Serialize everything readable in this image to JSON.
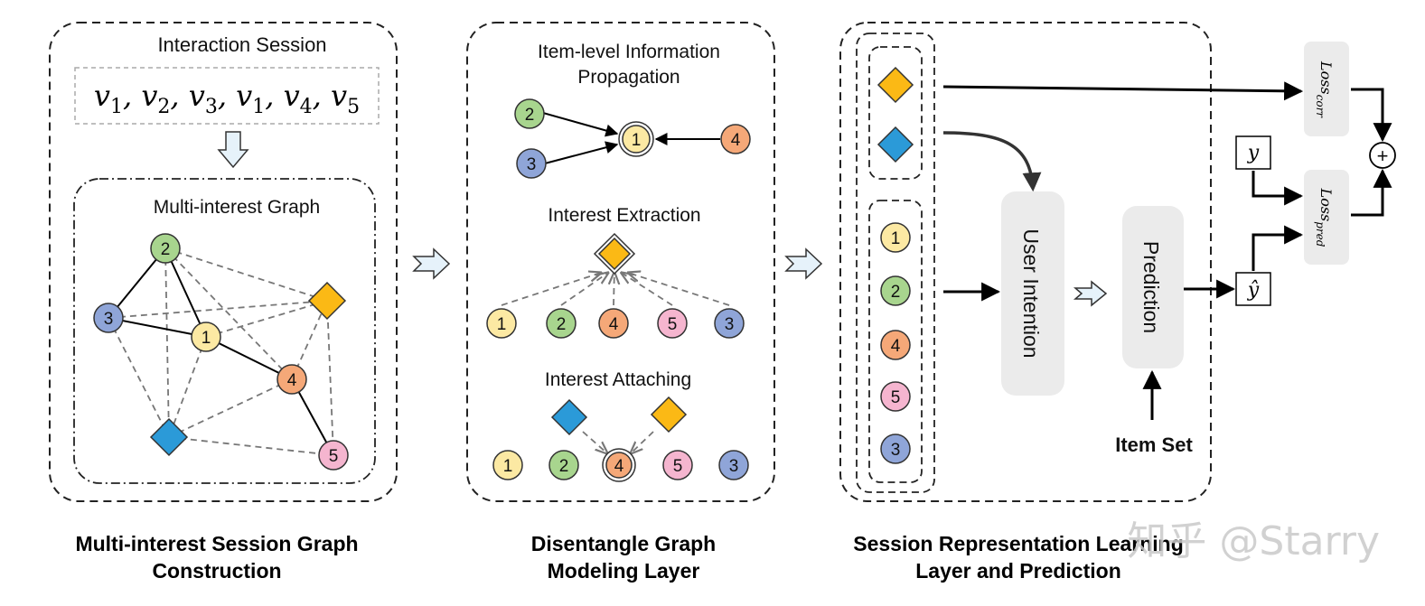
{
  "panel1": {
    "session_title": "Interaction Session",
    "session_sequence": [
      "v1",
      "v2",
      "v3",
      "v1",
      "v4",
      "v5"
    ],
    "graph_title": "Multi-interest Graph",
    "caption_line1": "Multi-interest Session Graph",
    "caption_line2": "Construction"
  },
  "panel2": {
    "propagation_title_line1": "Item-level Information",
    "propagation_title_line2": "Propagation",
    "extraction_title": "Interest Extraction",
    "attaching_title": "Interest Attaching",
    "caption_line1": "Disentangle Graph",
    "caption_line2": "Modeling Layer"
  },
  "panel3": {
    "user_intention_label": "User Intention",
    "prediction_label": "Prediction",
    "item_set_label": "Item Set",
    "loss_corr_label": "Loss",
    "loss_corr_sub": "corr",
    "loss_pred_label": "Loss",
    "loss_pred_sub": "pred",
    "y_label": "y",
    "y_hat_label": "ŷ",
    "plus_symbol": "+",
    "caption_line1": "Session Representation Learning",
    "caption_line2": "Layer and Prediction"
  },
  "nodes": {
    "n1": "1",
    "n2": "2",
    "n3": "3",
    "n4": "4",
    "n5": "5"
  },
  "watermark": "知乎 @Starry",
  "colors": {
    "node1": "#FCE9A3",
    "node2": "#A8D58E",
    "node3": "#8FA5D8",
    "node4": "#F5A878",
    "node5": "#F5B5CF",
    "diamond_orange": "#FBB915",
    "diamond_blue": "#2B9AD8",
    "block_gray": "#EBEBEB"
  }
}
